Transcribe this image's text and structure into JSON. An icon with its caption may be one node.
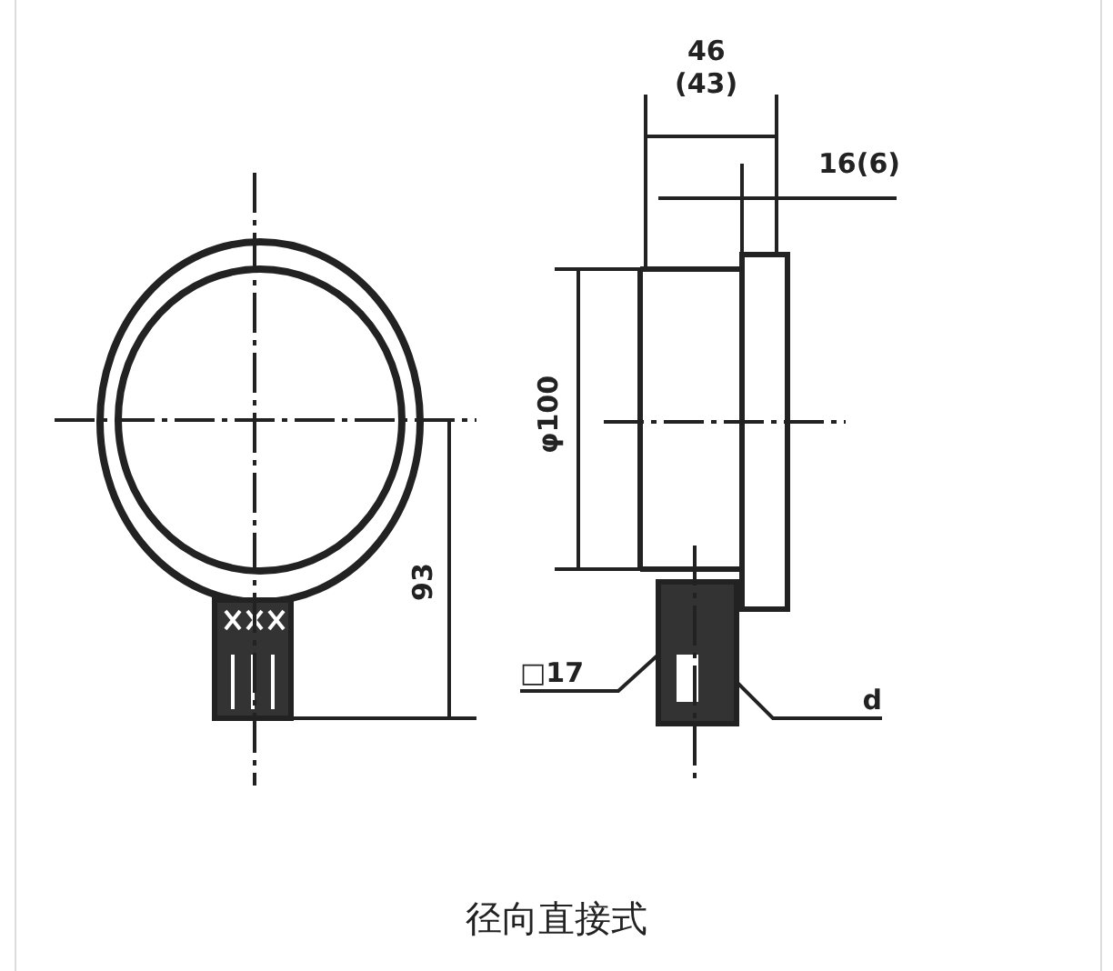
{
  "diagram": {
    "caption": "径向直接式",
    "nodes": [
      {
        "text": [
          "□17"
        ]
      },
      {
        "text": [
          "d"
        ]
      }
    ],
    "edges": [
      {
        "from": 0,
        "to": null,
        "arrow": "none"
      },
      {
        "from": 1,
        "to": null,
        "arrow": "none"
      }
    ],
    "labels": [
      "46",
      "(43)",
      "16(6)",
      "φ100",
      "93"
    ]
  }
}
